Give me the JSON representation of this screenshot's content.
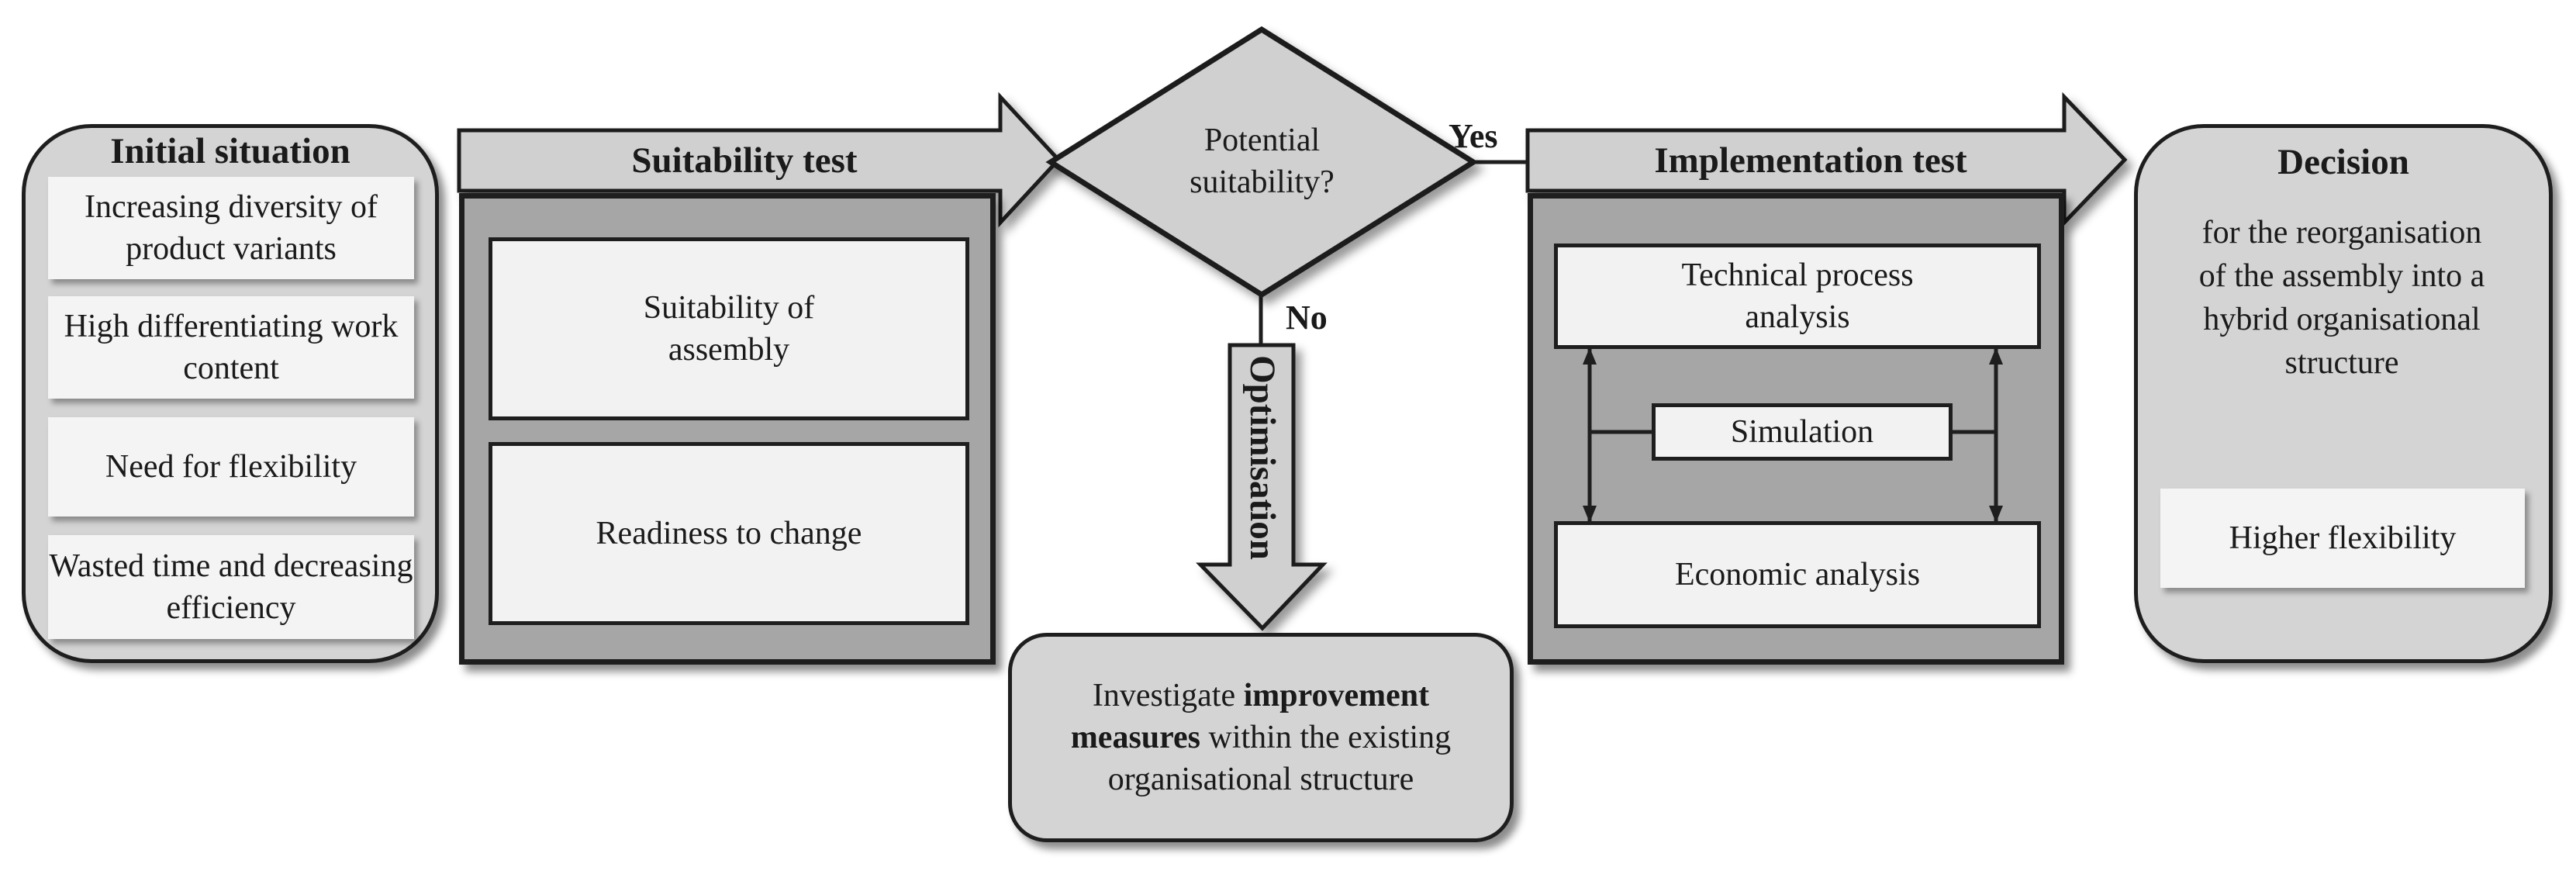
{
  "initial_situation": {
    "title": "Initial situation",
    "items": [
      "Increasing diversity of product variants",
      "High differentiating work content",
      "Need for flexibility",
      "Wasted time and decreasing efficiency"
    ]
  },
  "suitability_test": {
    "title": "Suitability test",
    "boxes": [
      "Suitability of assembly",
      "Readiness to change"
    ]
  },
  "decision_node": {
    "question": "Potential suitability?",
    "yes_label": "Yes",
    "no_label": "No"
  },
  "optimisation": {
    "label": "Optimisation",
    "result_prefix": "Investigate ",
    "result_bold": "improvement measures",
    "result_suffix": " within the existing organisational structure"
  },
  "implementation_test": {
    "title": "Implementation test",
    "boxes": [
      "Technical process analysis",
      "Simulation",
      "Economic analysis"
    ]
  },
  "decision": {
    "title": "Decision",
    "text": "for the reorganisation of the assembly into a hybrid organisational structure",
    "result": "Higher flexibility"
  }
}
